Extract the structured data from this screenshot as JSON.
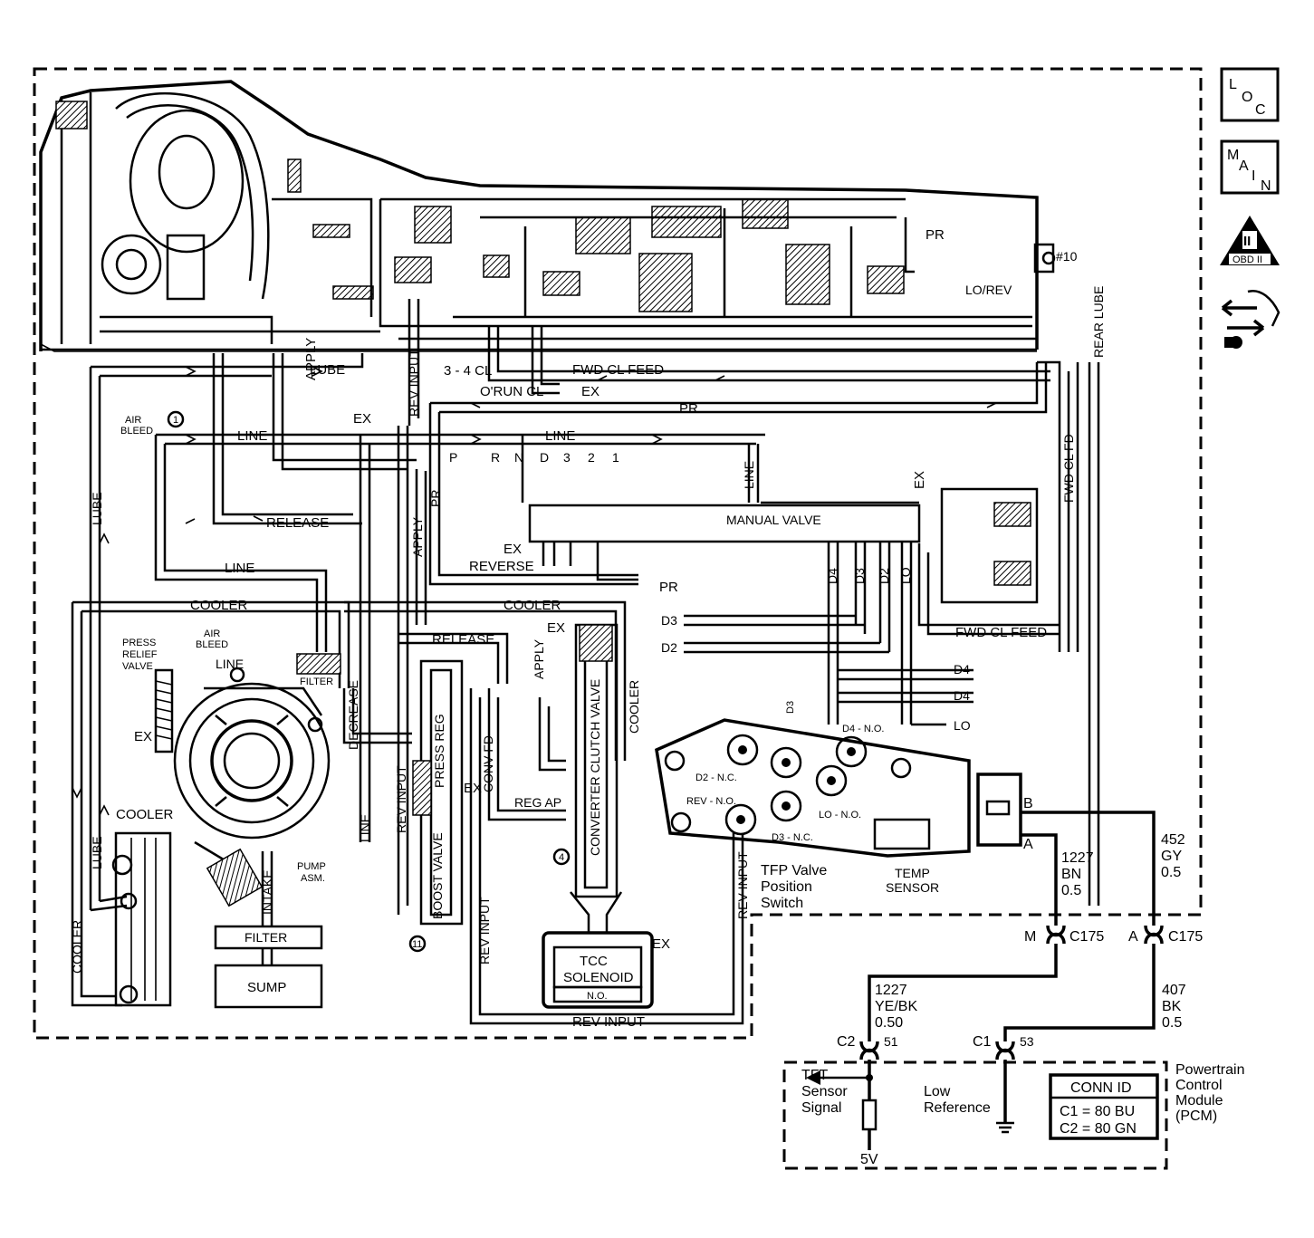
{
  "nav_icons": {
    "loc": [
      "L",
      "O",
      "C"
    ],
    "main": [
      "M",
      "A",
      "I",
      "N"
    ],
    "obd": {
      "roman": "II",
      "label": "OBD II"
    }
  },
  "hydraulics": {
    "lube": "LUBE",
    "apply": "APPLY",
    "line": "LINE",
    "release": "RELEASE",
    "cooler": "COOLER",
    "pr": "PR",
    "rev_input": "REV INPUT",
    "fwd_cl_feed": "FWD CL FEED",
    "fwd_cl_fd": "FWD CL FD",
    "three_four_cl": "3 - 4 CL",
    "orun_cl": "O'RUN CL",
    "ex": "EX",
    "air_bleed": [
      "AIR",
      "BLEED"
    ],
    "press_relief_valve": [
      "PRESS",
      "RELIEF",
      "VALVE"
    ],
    "filter": "FILTER",
    "sump": "SUMP",
    "pump_asm": [
      "PUMP",
      "ASM."
    ],
    "intake": "INTAKE",
    "decrease": "DECREASE",
    "reverse": "REVERSE",
    "manual_valve": "MANUAL VALVE",
    "gear_positions": [
      "P",
      "R",
      "N",
      "D",
      "3",
      "2",
      "1"
    ],
    "d4": "D4",
    "d3": "D3",
    "d2": "D2",
    "lo": "LO",
    "lo_rev": "LO/REV",
    "rear_lube": "REAR LUBE",
    "check_ball_10": "#10",
    "press_reg": "PRESS REG",
    "boost_valve": "BOOST VALVE",
    "conv_fd": "CONV FD",
    "reg_ap": "REG AP",
    "converter_clutch_valve": "CONVERTER CLUTCH VALVE",
    "tcc_solenoid": [
      "TCC",
      "SOLENOID"
    ],
    "no": "N.O.",
    "marker_1": "1",
    "marker_4": "4",
    "marker_11": "11"
  },
  "tfp": {
    "d2_nc": "D2 - N.C.",
    "rev_no": "REV - N.O.",
    "d3_nc": "D3 - N.C.",
    "lo_no": "LO - N.O.",
    "d4_no": "D4 - N.O.",
    "d3_stem": "D3",
    "title": [
      "TFP Valve",
      "Position",
      "Switch"
    ],
    "temp_sensor": [
      "TEMP",
      "SENSOR"
    ],
    "pin_b": "B",
    "pin_a": "A"
  },
  "wiring": {
    "wire_1227_bn": [
      "1227",
      "BN",
      "0.5"
    ],
    "wire_452_gy": [
      "452",
      "GY",
      "0.5"
    ],
    "conn_m": "M",
    "conn_a": "A",
    "c175": "C175",
    "wire_1227_yebk": [
      "1227",
      "YE/BK",
      "0.50"
    ],
    "wire_407_bk": [
      "407",
      "BK",
      "0.5"
    ],
    "c2": "C2",
    "c2_pin": "51",
    "c1": "C1",
    "c1_pin": "53"
  },
  "pcm": {
    "tft_signal": [
      "TFT",
      "Sensor",
      "Signal"
    ],
    "low_reference": [
      "Low",
      "Reference"
    ],
    "five_v": "5V",
    "conn_id_title": "CONN ID",
    "conn_id_rows": [
      "C1 = 80 BU",
      "C2 = 80 GN"
    ],
    "label": [
      "Powertrain",
      "Control",
      "Module",
      "(PCM)"
    ]
  }
}
